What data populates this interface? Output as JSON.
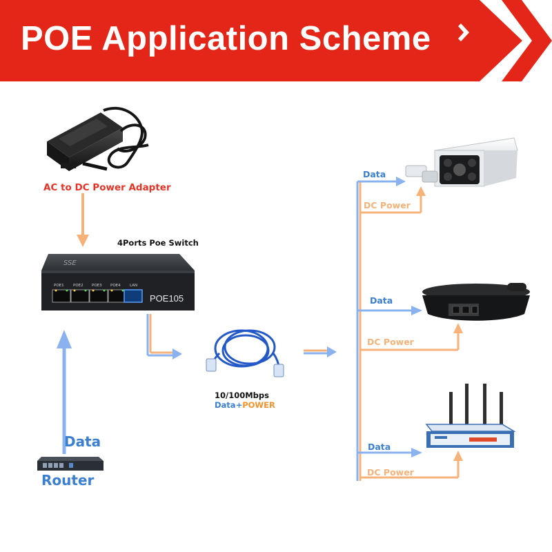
{
  "banner": {
    "title": "POE Application Scheme"
  },
  "adapter": {
    "label": "AC to DC Power Adapter"
  },
  "switch": {
    "label": "4Ports Poe Switch",
    "model": "POE105",
    "ports": [
      "POE1",
      "POE2",
      "POE3",
      "POE4",
      "LAN"
    ]
  },
  "router": {
    "data_label": "Data",
    "label": "Router"
  },
  "cable": {
    "speed": "10/100Mbps",
    "data": "Data",
    "plus": "+",
    "power": "POWER"
  },
  "devices": {
    "camera": {
      "data_label": "Data",
      "power_label": "DC Power"
    },
    "phone": {
      "data_label": "Data",
      "power_label": "DC Power"
    },
    "wireless_router": {
      "data_label": "Data",
      "power_label": "DC Power"
    }
  },
  "colors": {
    "banner_red": "#e42618",
    "data_blue": "#8ab2ef",
    "power_orange": "#f7b27a",
    "label_red": "#e63326",
    "label_blue": "#3a7fd0"
  }
}
